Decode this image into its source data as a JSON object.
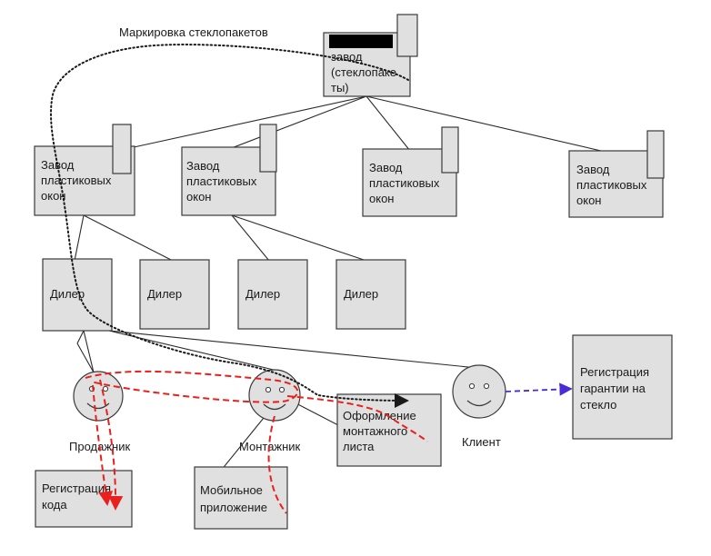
{
  "title_label": "Маркировка стеклопакетов",
  "factory": {
    "lines": [
      "завод",
      "(стеклопаке",
      "ты)"
    ]
  },
  "plants": [
    {
      "lines": [
        "Завод",
        "пластиковых",
        "окон"
      ]
    },
    {
      "lines": [
        "Завод",
        "пластиковых",
        "окон"
      ]
    },
    {
      "lines": [
        "Завод",
        "пластиковых",
        "окон"
      ]
    },
    {
      "lines": [
        "Завод",
        "пластиковых",
        "окон"
      ]
    }
  ],
  "dealers": [
    "Дилер",
    "Дилер",
    "Дилер",
    "Дилер"
  ],
  "actors": {
    "seller": "Продажник",
    "installer": "Монтажник",
    "client": "Клиент"
  },
  "boxes": {
    "register_code": [
      "Регистрация",
      "кода"
    ],
    "mobile_app": [
      "Мобильное",
      "приложение"
    ],
    "mounting_sheet": [
      "Оформление",
      "монтажного",
      "листа"
    ],
    "warranty": [
      "Регистрация",
      "гарантии на",
      "стекло"
    ]
  },
  "colors": {
    "box_fill": "#e0e0e0",
    "stroke": "#3a3a3a",
    "red_path": "#e8211e",
    "purple_arrow": "#4b2bd6"
  }
}
